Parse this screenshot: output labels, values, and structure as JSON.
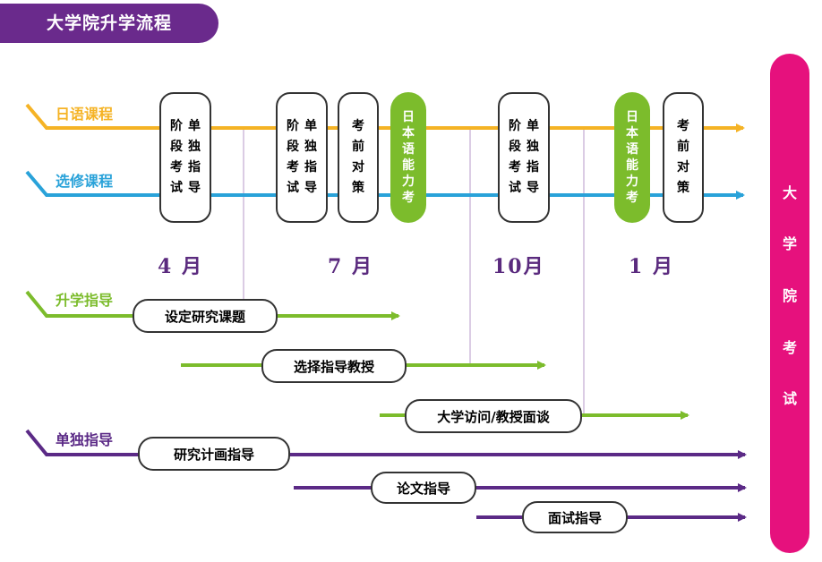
{
  "title": "大学院升学流程",
  "colors": {
    "japanese": "#f5b325",
    "elective": "#29a2d9",
    "guidance": "#7cbc2c",
    "individual": "#5b2a86",
    "exam": "#e6117d"
  },
  "rows": {
    "japanese": "日语课程",
    "elective": "选修课程",
    "guidance": "升学指导",
    "individual": "单独指导"
  },
  "stage_test": {
    "col1": [
      "单",
      "独",
      "指",
      "导"
    ],
    "col2": [
      "阶",
      "段",
      "考",
      "试"
    ]
  },
  "strategy": [
    "考",
    "前",
    "对",
    "策"
  ],
  "jlpt": [
    "日",
    "本",
    "语",
    "能",
    "力",
    "考"
  ],
  "months": [
    "4 月",
    "7 月",
    "10月",
    "1 月"
  ],
  "guidance_items": [
    "设定研究课题",
    "选择指导教授",
    "大学访问/教授面谈"
  ],
  "individual_items": [
    "研究计画指导",
    "论文指导",
    "面试指导"
  ],
  "exam": [
    "大",
    "学",
    "院",
    "考",
    "试"
  ]
}
